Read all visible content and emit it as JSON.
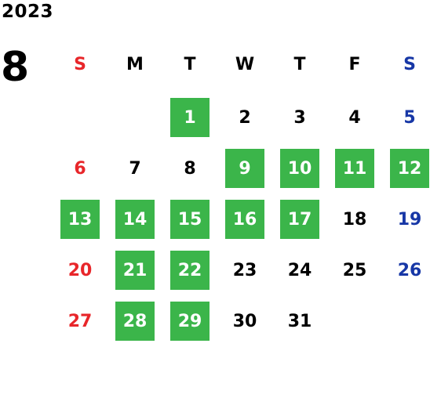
{
  "calendar": {
    "year": "2023",
    "month": "8",
    "weekdays": [
      "S",
      "M",
      "T",
      "W",
      "T",
      "F",
      "S"
    ],
    "colors": {
      "sunday": "#e8262a",
      "saturday": "#1737a6",
      "highlight_bg": "#3bb54a",
      "highlight_text": "#ffffff",
      "text": "#000000"
    },
    "weeks": [
      [
        null,
        null,
        {
          "day": "1",
          "hl": true
        },
        {
          "day": "2",
          "hl": false
        },
        {
          "day": "3",
          "hl": false
        },
        {
          "day": "4",
          "hl": false
        },
        {
          "day": "5",
          "hl": false
        }
      ],
      [
        {
          "day": "6",
          "hl": false
        },
        {
          "day": "7",
          "hl": false
        },
        {
          "day": "8",
          "hl": false
        },
        {
          "day": "9",
          "hl": true
        },
        {
          "day": "10",
          "hl": true
        },
        {
          "day": "11",
          "hl": true
        },
        {
          "day": "12",
          "hl": true
        }
      ],
      [
        {
          "day": "13",
          "hl": true
        },
        {
          "day": "14",
          "hl": true
        },
        {
          "day": "15",
          "hl": true
        },
        {
          "day": "16",
          "hl": true
        },
        {
          "day": "17",
          "hl": true
        },
        {
          "day": "18",
          "hl": false
        },
        {
          "day": "19",
          "hl": false
        }
      ],
      [
        {
          "day": "20",
          "hl": false
        },
        {
          "day": "21",
          "hl": true
        },
        {
          "day": "22",
          "hl": true
        },
        {
          "day": "23",
          "hl": false
        },
        {
          "day": "24",
          "hl": false
        },
        {
          "day": "25",
          "hl": false
        },
        {
          "day": "26",
          "hl": false
        }
      ],
      [
        {
          "day": "27",
          "hl": false
        },
        {
          "day": "28",
          "hl": true
        },
        {
          "day": "29",
          "hl": true
        },
        {
          "day": "30",
          "hl": false
        },
        {
          "day": "31",
          "hl": false
        },
        null,
        null
      ]
    ]
  }
}
